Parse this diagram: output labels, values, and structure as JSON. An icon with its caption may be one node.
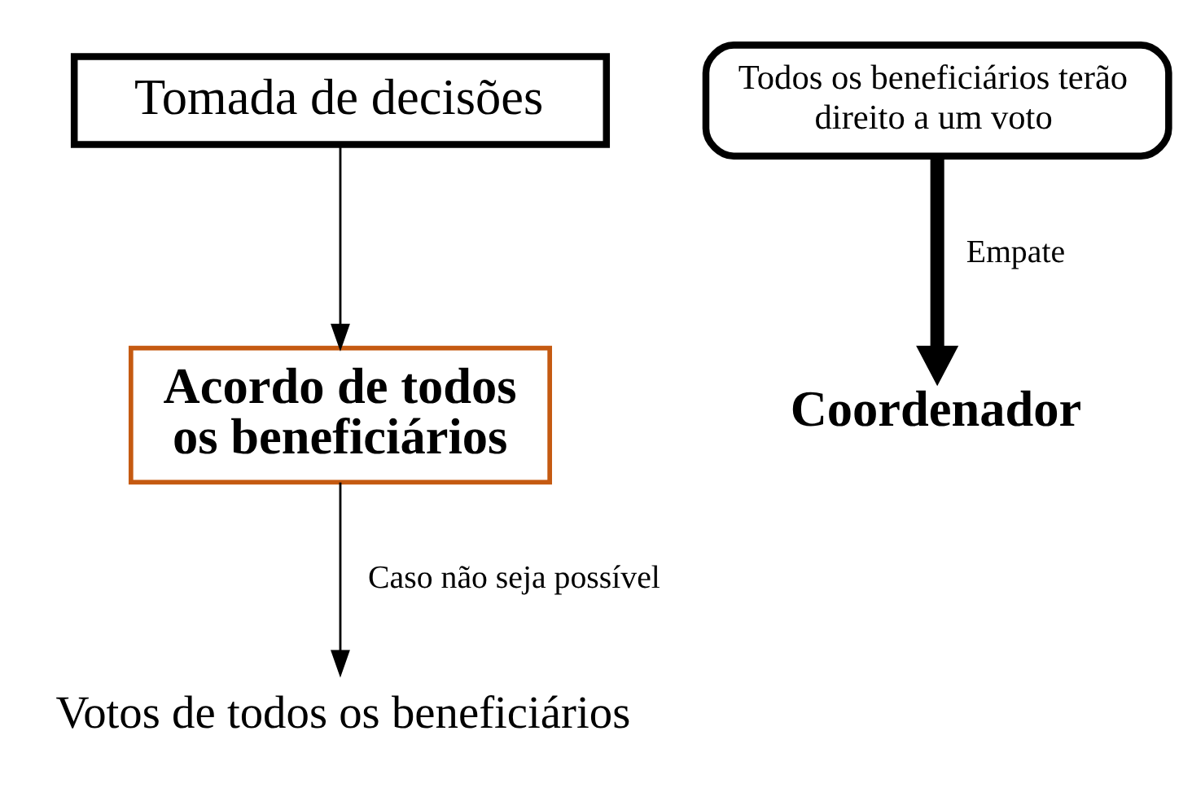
{
  "diagram": {
    "nodes": [
      {
        "text": [
          "Tomada de decisões"
        ]
      },
      {
        "text": [
          "Acordo de todos os beneficiários"
        ]
      },
      {
        "text": [
          "Votos de todos os beneficiários"
        ]
      },
      {
        "text": [
          "Todos os beneficiários terão direito a um voto"
        ]
      },
      {
        "text": [
          "Coordenador"
        ]
      }
    ],
    "edges": [
      {
        "from": 0,
        "to": 1,
        "arrow": "to"
      },
      {
        "from": 1,
        "to": 2,
        "arrow": "to",
        "label": "Caso não seja possível"
      },
      {
        "from": 3,
        "to": 4,
        "arrow": "to",
        "label": "Empate",
        "style": "thick"
      }
    ]
  }
}
